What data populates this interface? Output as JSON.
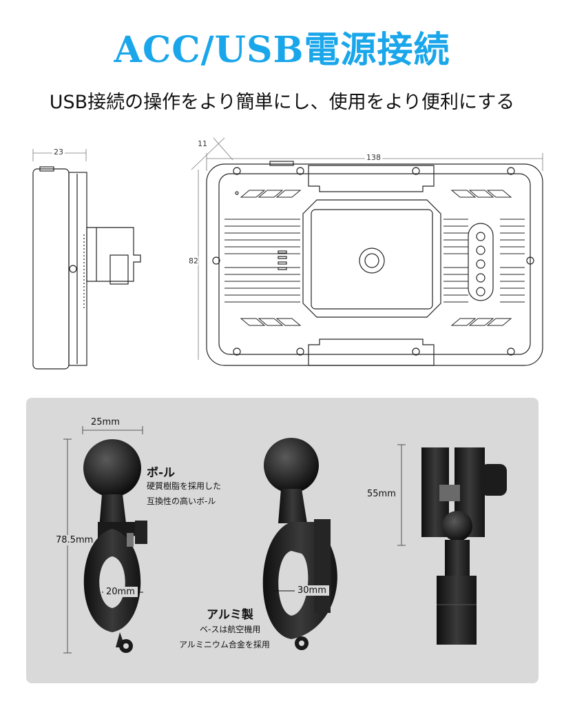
{
  "header": {
    "title": "ACC/USB電源接続",
    "subtitle": "USB接続の操作をより簡単にし、使用をより便利にする"
  },
  "dimensions": {
    "depth": "23",
    "width": "138",
    "height": "82",
    "corner": "11"
  },
  "mount": {
    "ball_diameter": "25mm",
    "total_height": "78.5mm",
    "clamp_small": "20mm",
    "clamp_large": "30mm",
    "arm_height": "55mm",
    "ball_title": "ボ-ル",
    "ball_desc_1": "硬質樹脂を採用した",
    "ball_desc_2": "互換性の高いボ-ル",
    "alu_title": "アルミ製",
    "alu_desc_1": "ベ-スは航空機用",
    "alu_desc_2": "アルミニウム合金を採用"
  },
  "colors": {
    "title": "#1aa6ea",
    "panel": "#d9d9d9",
    "metal": "#1c1c1c"
  }
}
